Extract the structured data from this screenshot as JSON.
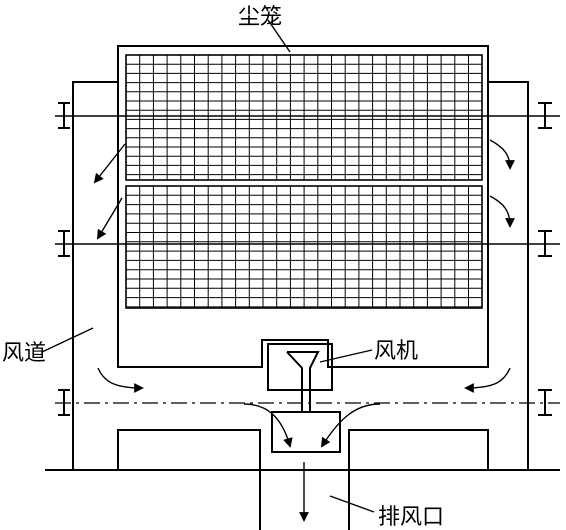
{
  "labels": {
    "dust_cage": "尘笼",
    "air_duct": "风道",
    "fan": "风机",
    "exhaust_outlet": "排风口"
  }
}
